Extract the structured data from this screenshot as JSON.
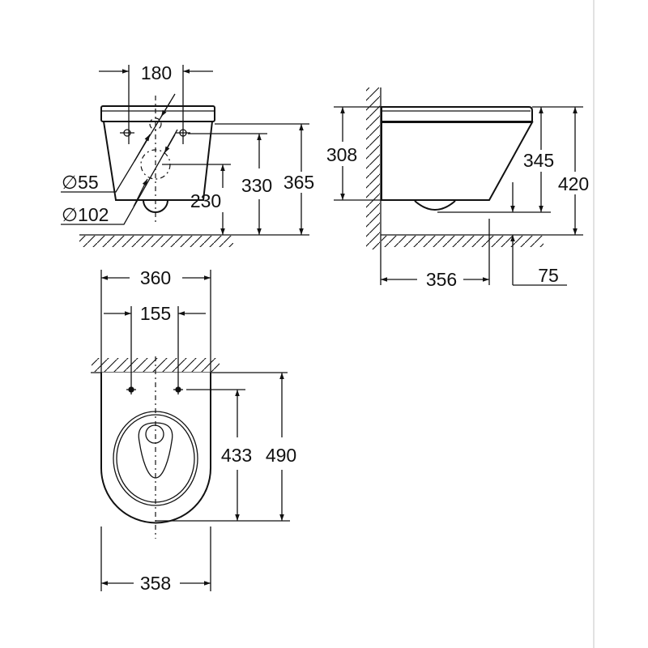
{
  "title": "Wall-hung WC dimension drawing",
  "front_view": {
    "hole_spacing": "180",
    "diameter_small": "∅55",
    "diameter_large": "∅102",
    "height_outlet": "230",
    "height_fixing": "330",
    "height_total": "365"
  },
  "side_view": {
    "height_body": "308",
    "height_fixing": "345",
    "height_total": "420",
    "depth": "356",
    "offset": "75"
  },
  "top_view": {
    "width_total": "360",
    "hole_spacing": "155",
    "length_fixing": "433",
    "length_total": "490",
    "width_bowl": "358"
  },
  "colors": {
    "line": "#111111",
    "background": "#ffffff",
    "edge": "#d8d8d8"
  }
}
